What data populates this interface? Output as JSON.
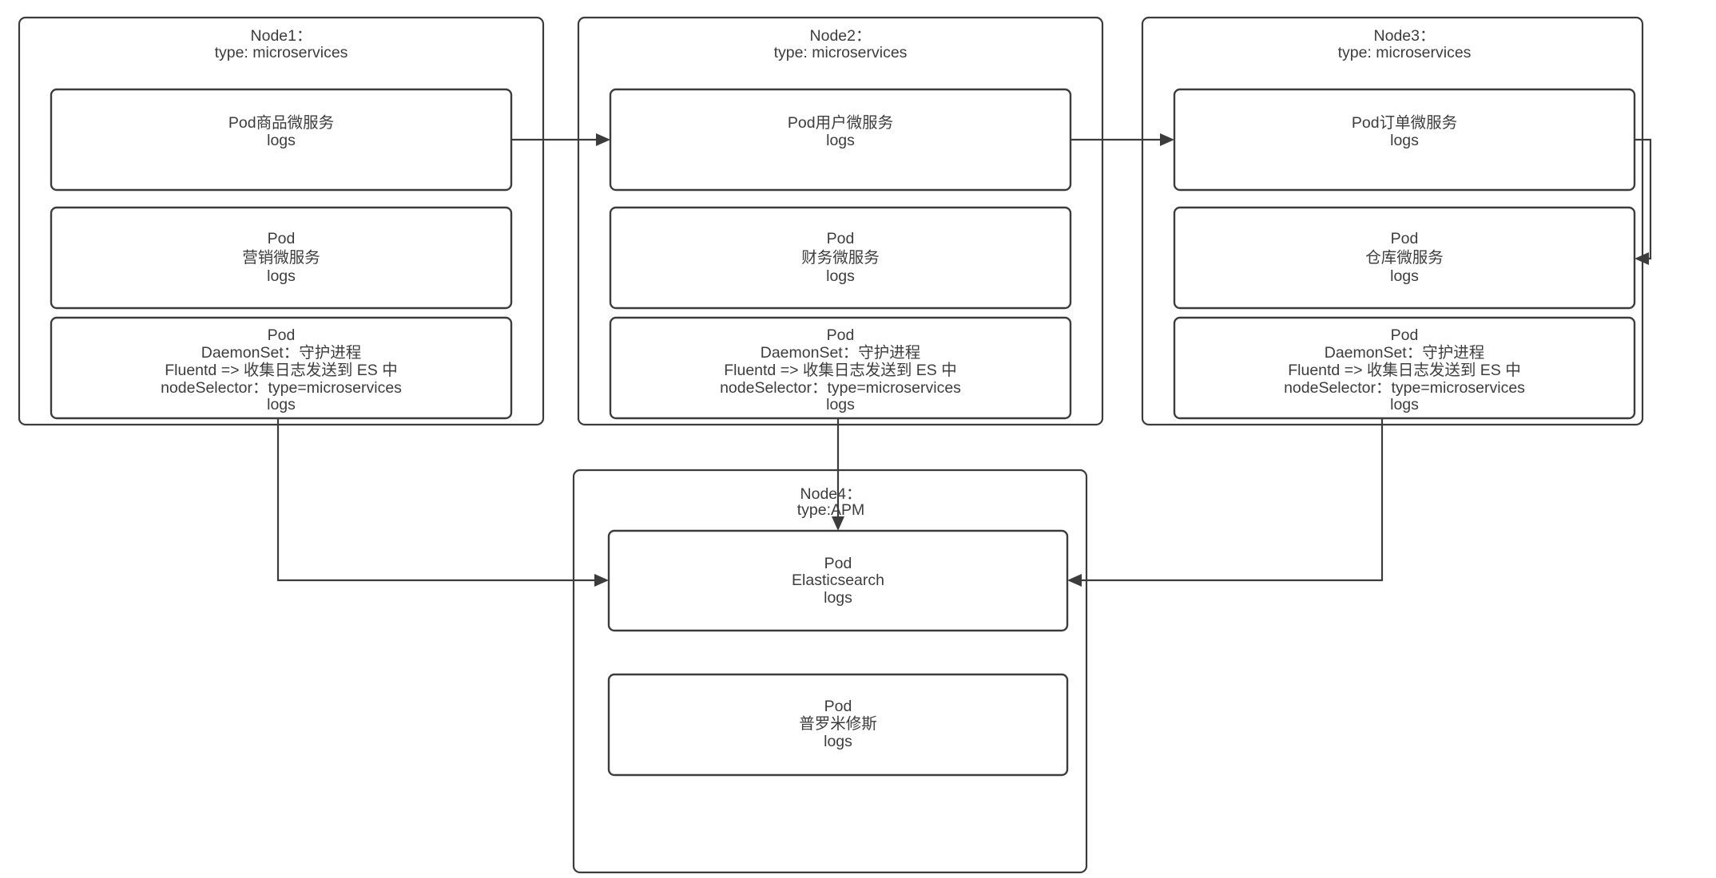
{
  "diagram": {
    "title": "Kubernetes multi-node logging architecture",
    "background_color": "#ffffff",
    "line_color": "#3c3c3c",
    "text_color": "#3d3d3d"
  },
  "nodes": [
    {
      "id": "node1",
      "title_line1": "Node1：",
      "title_line2": "type: microservices",
      "pods": [
        {
          "id": "node1-pod-product",
          "lines": [
            "Pod商品微服务",
            "logs"
          ]
        },
        {
          "id": "node1-pod-marketing",
          "lines": [
            "Pod",
            "营销微服务",
            "logs"
          ]
        },
        {
          "id": "node1-pod-daemonset",
          "lines": [
            "Pod",
            "DaemonSet：守护进程",
            "Fluentd => 收集日志发送到 ES 中",
            "nodeSelector：type=microservices",
            "logs"
          ]
        }
      ]
    },
    {
      "id": "node2",
      "title_line1": "Node2：",
      "title_line2": "type: microservices",
      "pods": [
        {
          "id": "node2-pod-user",
          "lines": [
            "Pod用户微服务",
            "logs"
          ]
        },
        {
          "id": "node2-pod-finance",
          "lines": [
            "Pod",
            "财务微服务",
            "logs"
          ]
        },
        {
          "id": "node2-pod-daemonset",
          "lines": [
            "Pod",
            "DaemonSet：守护进程",
            "Fluentd => 收集日志发送到 ES 中",
            "nodeSelector：type=microservices",
            "logs"
          ]
        }
      ]
    },
    {
      "id": "node3",
      "title_line1": "Node3：",
      "title_line2": "type: microservices",
      "pods": [
        {
          "id": "node3-pod-order",
          "lines": [
            "Pod订单微服务",
            "logs"
          ]
        },
        {
          "id": "node3-pod-warehouse",
          "lines": [
            "Pod",
            "仓库微服务",
            "logs"
          ]
        },
        {
          "id": "node3-pod-daemonset",
          "lines": [
            "Pod",
            "DaemonSet：守护进程",
            "Fluentd => 收集日志发送到 ES 中",
            "nodeSelector：type=microservices",
            "logs"
          ]
        }
      ]
    },
    {
      "id": "node4",
      "title_line1": "Node4：",
      "title_line2": "type:APM",
      "pods": [
        {
          "id": "node4-pod-elasticsearch",
          "lines": [
            "Pod",
            "Elasticsearch",
            "logs"
          ]
        },
        {
          "id": "node4-pod-prometheus",
          "lines": [
            "Pod",
            "普罗米修斯",
            "logs"
          ]
        }
      ]
    }
  ],
  "connections": [
    {
      "id": "conn-product-to-user",
      "from": "node1-pod-product",
      "to": "node2-pod-user"
    },
    {
      "id": "conn-user-to-order",
      "from": "node2-pod-user",
      "to": "node3-pod-order"
    },
    {
      "id": "conn-order-to-warehouse",
      "from": "node3-pod-order",
      "to": "node3-pod-warehouse"
    },
    {
      "id": "conn-node1-daemonset-to-es",
      "from": "node1-pod-daemonset",
      "to": "node4-pod-elasticsearch"
    },
    {
      "id": "conn-node2-daemonset-to-es",
      "from": "node2-pod-daemonset",
      "to": "node4-pod-elasticsearch"
    },
    {
      "id": "conn-node3-daemonset-to-es",
      "from": "node3-pod-daemonset",
      "to": "node4-pod-elasticsearch"
    }
  ]
}
